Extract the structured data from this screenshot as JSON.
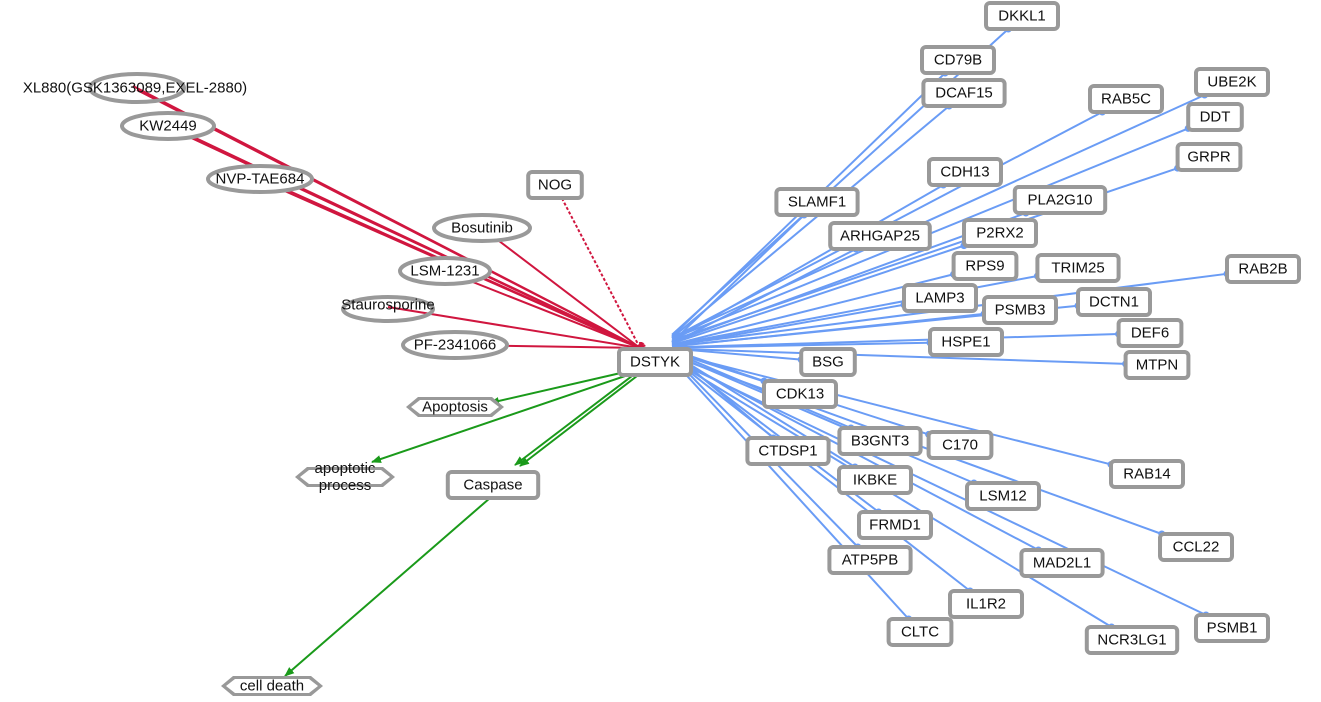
{
  "colors": {
    "inhibit": "#d0163f",
    "activate": "#1a9a1a",
    "interact": "#6a9cf5",
    "node_border": "#999999"
  },
  "center": {
    "label": "DSTYK"
  },
  "inhibitors": [
    {
      "label": "XL880(GSK1363089,EXEL-2880)",
      "shape": "ellipse"
    },
    {
      "label": "KW2449",
      "shape": "ellipse"
    },
    {
      "label": "NVP-TAE684",
      "shape": "ellipse"
    },
    {
      "label": "Bosutinib",
      "shape": "ellipse"
    },
    {
      "label": "LSM-1231",
      "shape": "ellipse"
    },
    {
      "label": "Staurosporine",
      "shape": "ellipse"
    },
    {
      "label": "PF-2341066",
      "shape": "ellipse"
    },
    {
      "label": "NOG",
      "shape": "box",
      "dashed": true
    }
  ],
  "outcomes": [
    {
      "label": "Apoptosis",
      "shape": "hexagon"
    },
    {
      "label": "apoptotic process",
      "shape": "hexagon"
    },
    {
      "label": "Caspase",
      "shape": "box"
    },
    {
      "label": "cell death",
      "shape": "hexagon"
    }
  ],
  "genes": [
    "DKKL1",
    "CD79B",
    "DCAF15",
    "RAB5C",
    "UBE2K",
    "DDT",
    "GRPR",
    "PLA2G10",
    "CDH13",
    "ARHGAP25",
    "SLAMF1",
    "TRIM25",
    "P2RX2",
    "RPS9",
    "RAB2B",
    "PSMB3",
    "LAMP3",
    "DCTN1",
    "HSPE1",
    "DEF6",
    "MTPN",
    "CDK13",
    "BSG",
    "C170",
    "CTDSP1",
    "B3GNT3",
    "RAB14",
    "IKBKE",
    "LSM12",
    "CCL22",
    "FRMD1",
    "ATP5PB",
    "MAD2L1",
    "IL1R2",
    "CLTC",
    "NCR3LG1",
    "PSMB1"
  ]
}
